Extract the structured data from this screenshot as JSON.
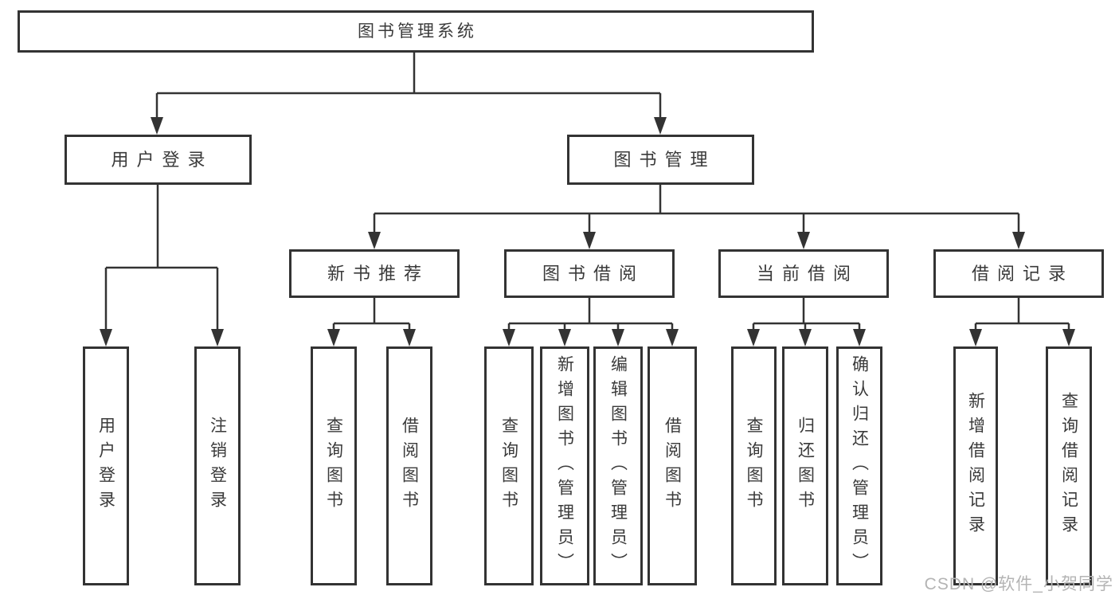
{
  "title": "图书管理系统",
  "branches": [
    {
      "label": "用户登录",
      "children": [
        {
          "label": "用户登录"
        },
        {
          "label": "注销登录"
        }
      ]
    },
    {
      "label": "图书管理",
      "children": [
        {
          "label": "新书推荐",
          "children": [
            {
              "label": "查询图书"
            },
            {
              "label": "借阅图书"
            }
          ]
        },
        {
          "label": "图书借阅",
          "children": [
            {
              "label": "查询图书"
            },
            {
              "label": "新增图书（管理员）"
            },
            {
              "label": "编辑图书（管理员）"
            },
            {
              "label": "借阅图书"
            }
          ]
        },
        {
          "label": "当前借阅",
          "children": [
            {
              "label": "查询图书"
            },
            {
              "label": "归还图书"
            },
            {
              "label": "确认归还（管理员）"
            }
          ]
        },
        {
          "label": "借阅记录",
          "children": [
            {
              "label": "新增借阅记录"
            },
            {
              "label": "查询借阅记录"
            }
          ]
        }
      ]
    }
  ],
  "watermark": "CSDN @软件_小贺同学",
  "colors": {
    "line": "#333333",
    "text": "#3a3a3a",
    "watermark": "#b4b4b4",
    "background": "#ffffff"
  }
}
